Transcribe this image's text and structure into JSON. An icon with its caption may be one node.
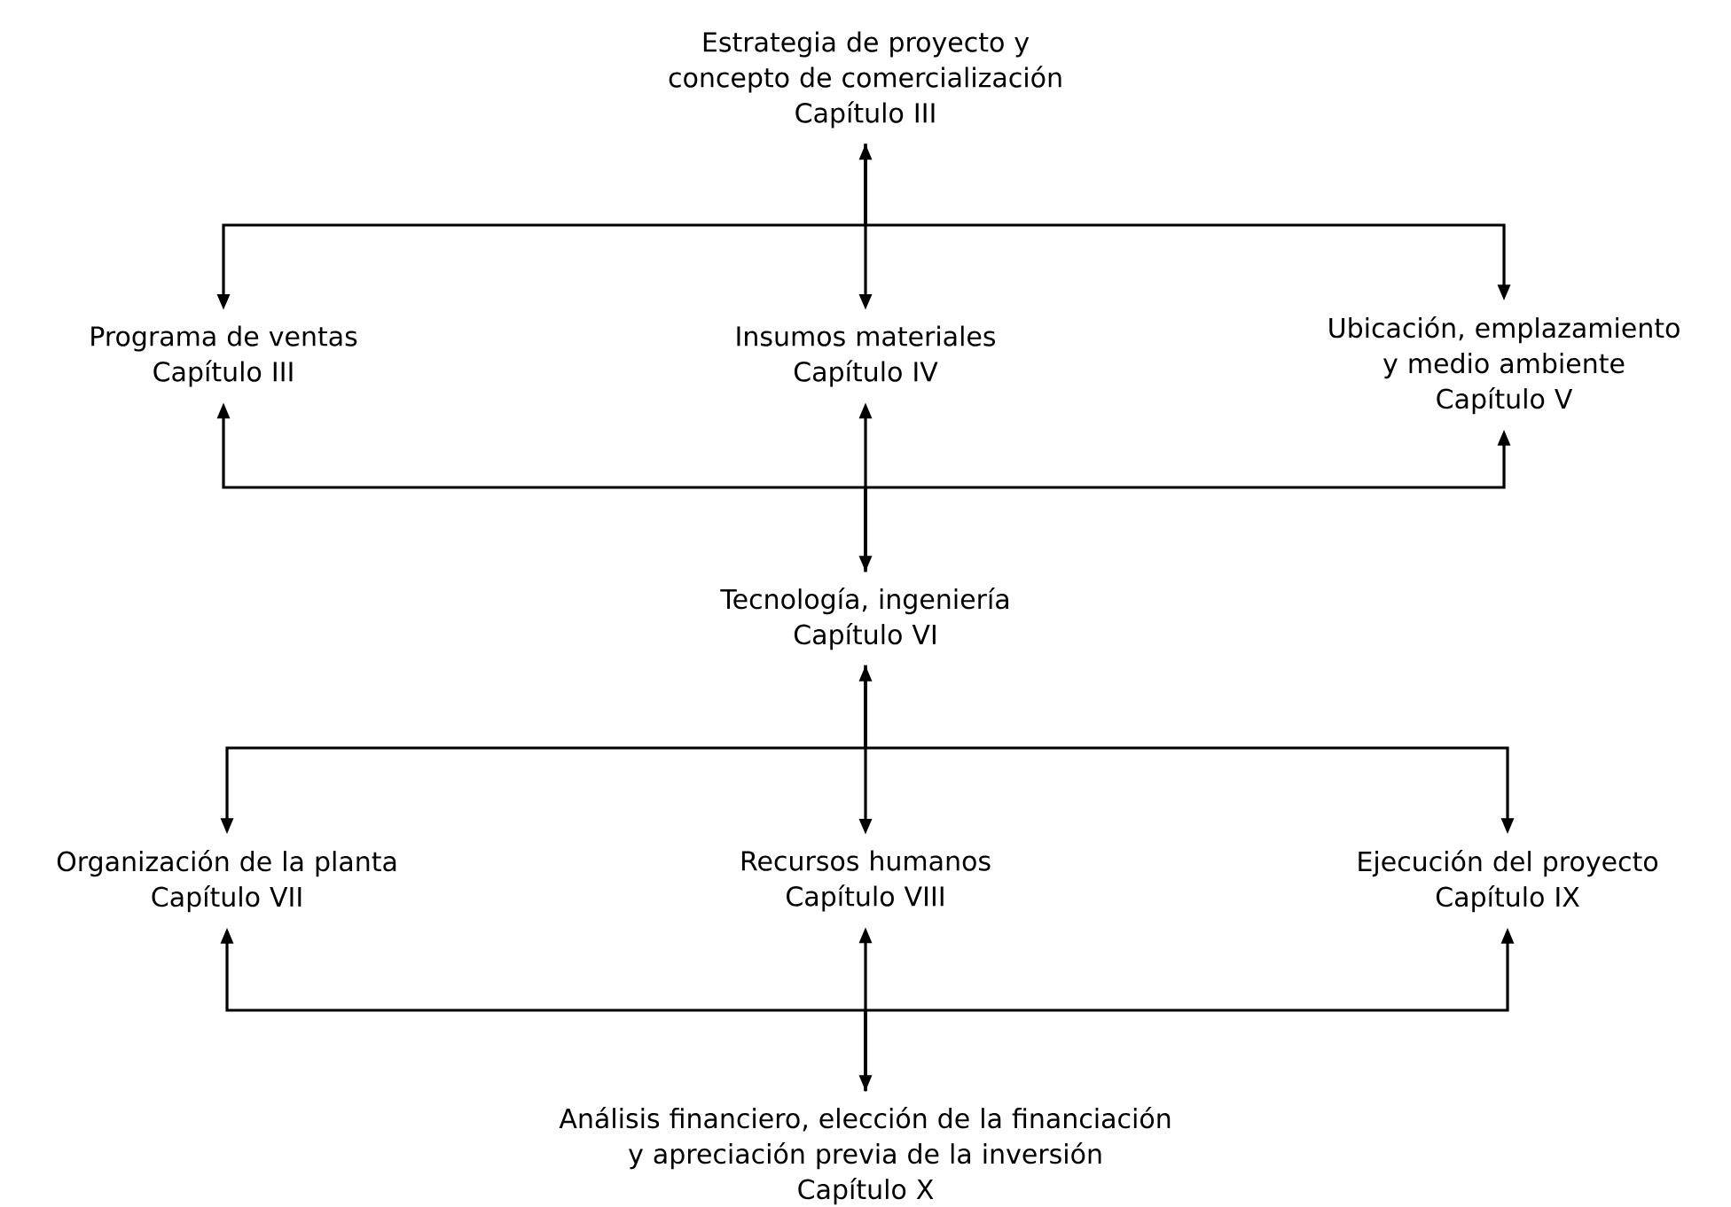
{
  "diagram": {
    "nodes": [
      {
        "text": [
          "Estrategia de proyecto y concepto de comercialización",
          "Capítulo III"
        ]
      },
      {
        "text": [
          "Programa de ventas",
          "Capítulo III"
        ]
      },
      {
        "text": [
          "Insumos materiales",
          "Capítulo IV"
        ]
      },
      {
        "text": [
          "Ubicación, emplazamiento y medio ambiente",
          "Capítulo V"
        ]
      },
      {
        "text": [
          "Tecnología, ingeniería",
          "Capítulo VI"
        ]
      },
      {
        "text": [
          "Organización de la planta",
          "Capítulo VII"
        ]
      },
      {
        "text": [
          "Recursos humanos",
          "Capítulo VIII"
        ]
      },
      {
        "text": [
          "Ejecución del proyecto",
          "Capítulo IX"
        ]
      },
      {
        "text": [
          "Análisis financiero, elección de la financiación y apreciación previa de la inversión",
          "Capítulo X"
        ]
      }
    ],
    "edges": [
      {
        "from": 0,
        "to": 1,
        "arrow": "to"
      },
      {
        "from": 0,
        "to": 2,
        "arrow": "both"
      },
      {
        "from": 0,
        "to": 3,
        "arrow": "to"
      },
      {
        "from": 4,
        "to": 1,
        "arrow": "to"
      },
      {
        "from": 2,
        "to": 4,
        "arrow": "both"
      },
      {
        "from": 4,
        "to": 3,
        "arrow": "to"
      },
      {
        "from": 4,
        "to": 5,
        "arrow": "to"
      },
      {
        "from": 4,
        "to": 6,
        "arrow": "both"
      },
      {
        "from": 4,
        "to": 7,
        "arrow": "to"
      },
      {
        "from": 8,
        "to": 5,
        "arrow": "to"
      },
      {
        "from": 6,
        "to": 8,
        "arrow": "both"
      },
      {
        "from": 8,
        "to": 7,
        "arrow": "to"
      }
    ]
  }
}
